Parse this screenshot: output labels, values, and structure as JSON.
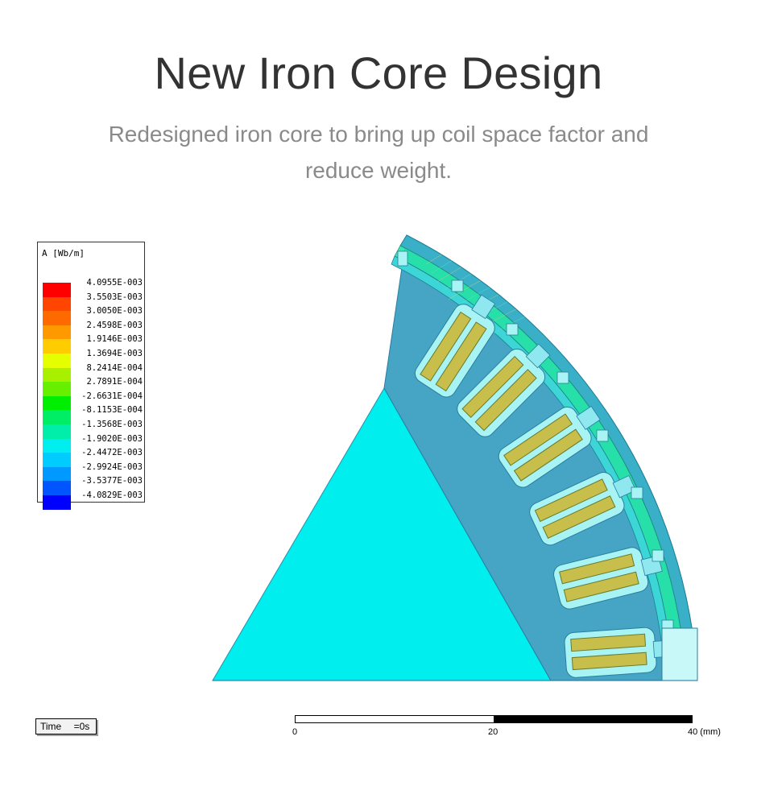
{
  "header": {
    "title": "New Iron Core Design",
    "subtitle": "Redesigned iron core to bring up coil space factor and reduce weight."
  },
  "legend": {
    "title": "A [Wb/m]",
    "values": [
      "4.0955E-003",
      "3.5503E-003",
      "3.0050E-003",
      "2.4598E-003",
      "1.9146E-003",
      "1.3694E-003",
      "8.2414E-004",
      "2.7891E-004",
      "-2.6631E-004",
      "-8.1153E-004",
      "-1.3568E-003",
      "-1.9020E-003",
      "-2.4472E-003",
      "-2.9924E-003",
      "-3.5377E-003",
      "-4.0829E-003"
    ],
    "colors": [
      "#ff0000",
      "#ff4500",
      "#ff6a00",
      "#ff9900",
      "#ffcc00",
      "#e6ff00",
      "#a8f000",
      "#66f000",
      "#00ee00",
      "#00ee66",
      "#00eeaa",
      "#00eeee",
      "#00ccff",
      "#0099ff",
      "#0055ff",
      "#0000ff"
    ]
  },
  "time": {
    "label": "Time",
    "value": "=0s"
  },
  "scale": {
    "labels": [
      "0",
      "20",
      "40 (mm)"
    ]
  },
  "colors": {
    "rotor": "#00eeee",
    "stator": "#46a4c4",
    "coil": "#c8be4c",
    "slot": "#a8f4f4",
    "rotor_rim": "#0fbcd0",
    "magnet_green": "#24e6a6"
  }
}
